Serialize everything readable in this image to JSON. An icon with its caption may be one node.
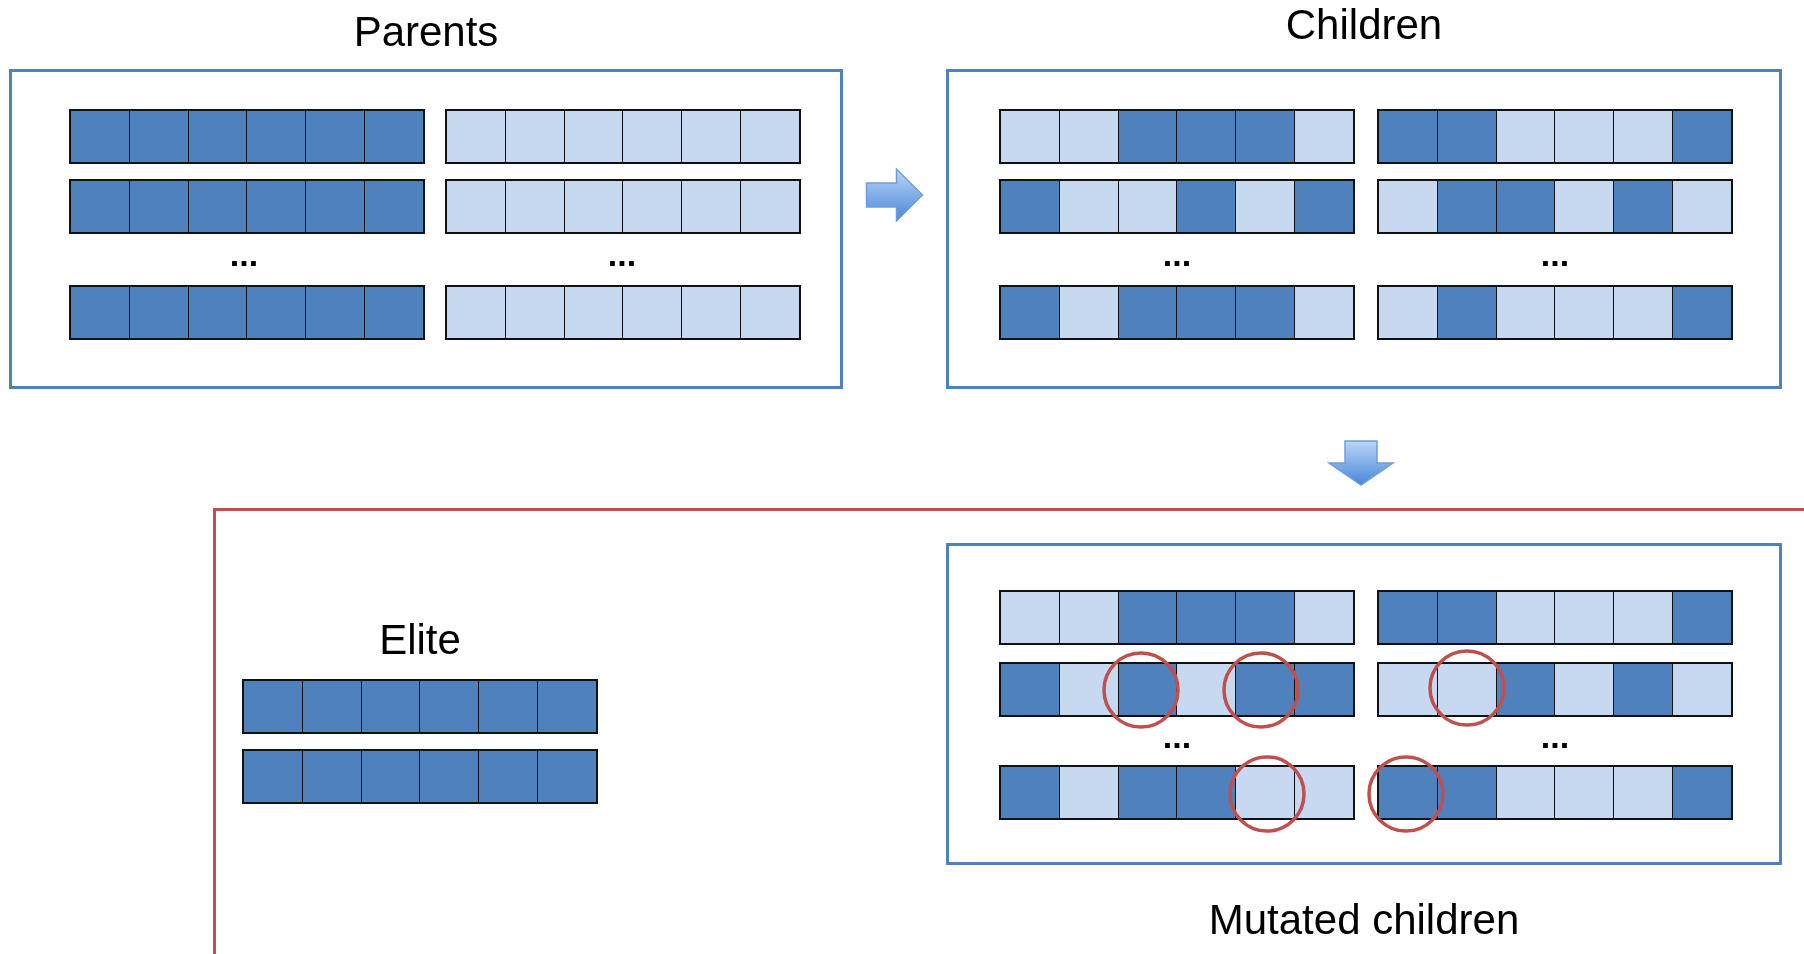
{
  "diagram": {
    "nodes": [
      {
        "text": [
          "Parents",
          "...",
          "..."
        ]
      },
      {
        "text": [
          "Children",
          "...",
          "..."
        ]
      },
      {
        "text": [],
        "shape": "box"
      },
      {
        "text": [
          "Elite"
        ],
        "in": 2
      },
      {
        "text": [
          "...",
          "...",
          "Mutated children"
        ],
        "in": 2
      }
    ],
    "edges": [
      {
        "from": 0,
        "to": 1,
        "arrow": "to"
      },
      {
        "from": 1,
        "to": 4,
        "arrow": "to"
      }
    ]
  }
}
